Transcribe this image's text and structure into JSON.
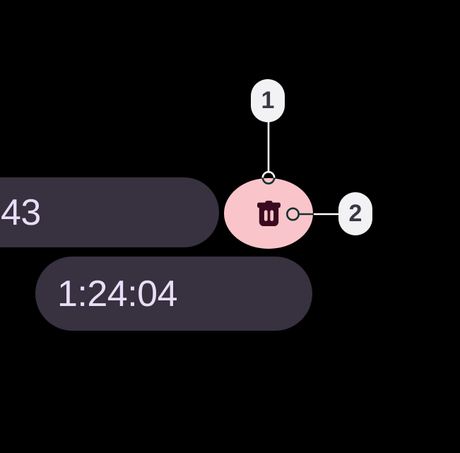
{
  "scene": {
    "description": "Timer screen fragment with annotated delete button",
    "background_color": "#000000"
  },
  "timer": {
    "partial_time": "43",
    "total_time": "1:24:04",
    "chip_bg_color": "#373140",
    "time_text_color": "#E8DEF8"
  },
  "delete_button": {
    "icon": "trash-icon",
    "bg_color": "#F9C5CB",
    "icon_color": "#3A0B1E"
  },
  "callouts": [
    {
      "label": "1",
      "target": "delete-button-top"
    },
    {
      "label": "2",
      "target": "delete-button-icon"
    }
  ],
  "annotation_style": {
    "badge_bg_color": "#F2F1F4",
    "badge_text_color": "#3B3746",
    "line_color_on_dark": "#FFFFFF",
    "line_color_on_light": "#14312E"
  }
}
